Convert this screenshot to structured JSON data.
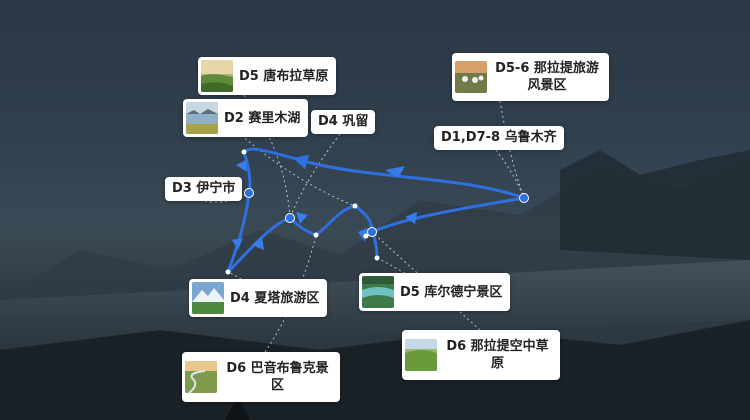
{
  "map": {
    "colors": {
      "route": "#2f6fe0",
      "route_light": "#8fb2f5",
      "leader": "#d8dde3",
      "label_bg": "#ffffff",
      "label_text": "#222222"
    },
    "labels": [
      {
        "id": "tanghla",
        "text": "D5 唐布拉草原",
        "thumb": "grassland-sunset-photo"
      },
      {
        "id": "nalati-scenic",
        "text": "D5-6 那拉提旅游风景区",
        "thumb": "yurt-camp-photo"
      },
      {
        "id": "sayram",
        "text": "D2 赛里木湖",
        "thumb": "lake-photo"
      },
      {
        "id": "gongliu",
        "text": "D4 巩留",
        "thumb": null
      },
      {
        "id": "urumqi",
        "text": "D1,D7-8 乌鲁木齐",
        "thumb": null
      },
      {
        "id": "yining",
        "text": "D3 伊宁市",
        "thumb": null
      },
      {
        "id": "xiata",
        "text": "D4 夏塔旅游区",
        "thumb": "snow-mountain-photo"
      },
      {
        "id": "kuerdening",
        "text": "D5 库尔德宁景区",
        "thumb": "river-valley-photo"
      },
      {
        "id": "nalati-grassland",
        "text": "D6 那拉提空中草原",
        "thumb": "highland-meadow-photo"
      },
      {
        "id": "bayinbuluke",
        "text": "D6 巴音布鲁克景区",
        "thumb": "winding-river-photo"
      }
    ]
  }
}
